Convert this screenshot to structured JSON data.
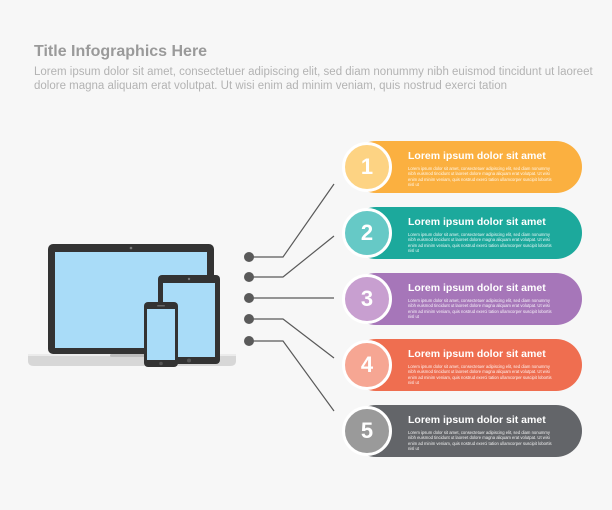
{
  "header": {
    "title": "Title Infographics Here",
    "subtitle": "Lorem ipsum dolor sit amet, consectetuer adipiscing elit, sed diam nonummy nibh euismod tincidunt ut laoreet dolore magna aliquam erat volutpat. Ut wisi enim ad minim veniam, quis nostrud exerci tation"
  },
  "colors": {
    "connector": "#5a5a5a",
    "device_frame": "#333333",
    "screen": "#a9dcf8",
    "laptop_base": "#d7d7d7"
  },
  "items": [
    {
      "number": "1",
      "heading": "Lorem ipsum dolor sit amet",
      "body": "Lorem ipsum dolor sit amet, consectetuer adipiscing elit, sed diam nonummy nibh euismod tincidunt ut laoreet dolore magna aliquam erat volutpat. Ut wisi enim ad minim veniam, quis nostrud exerci tation ullamcorper suscipit lobortis nisl ut",
      "color": "#fbb040",
      "circle": "#fdd383"
    },
    {
      "number": "2",
      "heading": "Lorem ipsum dolor sit amet",
      "body": "Lorem ipsum dolor sit amet, consectetuer adipiscing elit, sed diam nonummy nibh euismod tincidunt ut laoreet dolore magna aliquam erat volutpat. Ut wisi enim ad minim veniam, quis nostrud exerci tation ullamcorper suscipit lobortis nisl ut",
      "color": "#1ca99c",
      "circle": "#66c9c6"
    },
    {
      "number": "3",
      "heading": "Lorem ipsum dolor sit amet",
      "body": "Lorem ipsum dolor sit amet, consectetuer adipiscing elit, sed diam nonummy nibh euismod tincidunt ut laoreet dolore magna aliquam erat volutpat. Ut wisi enim ad minim veniam, quis nostrud exerci tation ullamcorper suscipit lobortis nisl ut",
      "color": "#a676b9",
      "circle": "#c89fd0"
    },
    {
      "number": "4",
      "heading": "Lorem ipsum dolor sit amet",
      "body": "Lorem ipsum dolor sit amet, consectetuer adipiscing elit, sed diam nonummy nibh euismod tincidunt ut laoreet dolore magna aliquam erat volutpat. Ut wisi enim ad minim veniam, quis nostrud exerci tation ullamcorper suscipit lobortis nisl ut",
      "color": "#ef6e50",
      "circle": "#f6a693"
    },
    {
      "number": "5",
      "heading": "Lorem ipsum dolor sit amet",
      "body": "Lorem ipsum dolor sit amet, consectetuer adipiscing elit, sed diam nonummy nibh euismod tincidunt ut laoreet dolore magna aliquam erat volutpat. Ut wisi enim ad minim veniam, quis nostrud exerci tation ullamcorper suscipit lobortis nisl ut",
      "color": "#636569",
      "circle": "#9a9a9a"
    }
  ]
}
